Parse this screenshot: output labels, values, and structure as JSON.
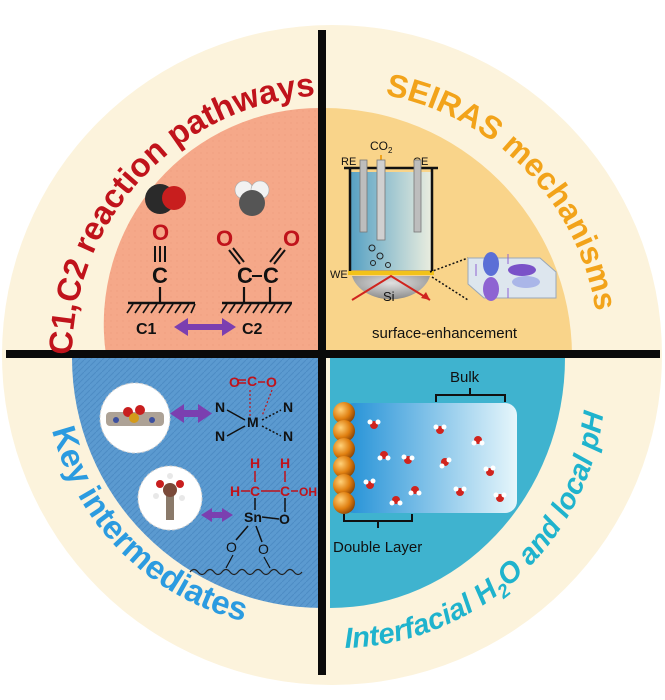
{
  "quadrants": {
    "top_left": {
      "title": "C1,C2 reaction pathways",
      "c1_label": "C1",
      "c2_label": "C2",
      "atom_o": "O",
      "atom_c": "C"
    },
    "top_right": {
      "title": "SEIRAS mechanisms",
      "electrodes": {
        "re": "RE",
        "ce": "CE",
        "we": "WE",
        "co2": "CO",
        "co2_sub": "2"
      },
      "substrate": "Si",
      "enhancement_label": "surface-enhancement"
    },
    "bottom_left": {
      "title": "Key intermediates",
      "atoms": {
        "n": "N",
        "m": "M",
        "o": "O",
        "c": "C",
        "h": "H",
        "oh": "OH",
        "sn": "Sn"
      }
    },
    "bottom_right": {
      "title_part1": "Interfacial H",
      "title_sub": "2",
      "title_part2": "O and local pH",
      "bulk_label": "Bulk",
      "double_layer_label": "Double Layer"
    }
  },
  "colors": {
    "background_circle": "#fcf3dc",
    "top_left_fill": "#f5a889",
    "top_right_fill": "#f9d48a",
    "bottom_left_fill": "#5b9ad0",
    "bottom_right_fill": "#3fb3cf",
    "divider": "#0a0a0a",
    "title_red": "#c0131b",
    "title_orange": "#f2a31a",
    "title_blue": "#2b9be0",
    "title_cyan": "#1fb3cd",
    "arrow_purple": "#7b3fb0"
  }
}
